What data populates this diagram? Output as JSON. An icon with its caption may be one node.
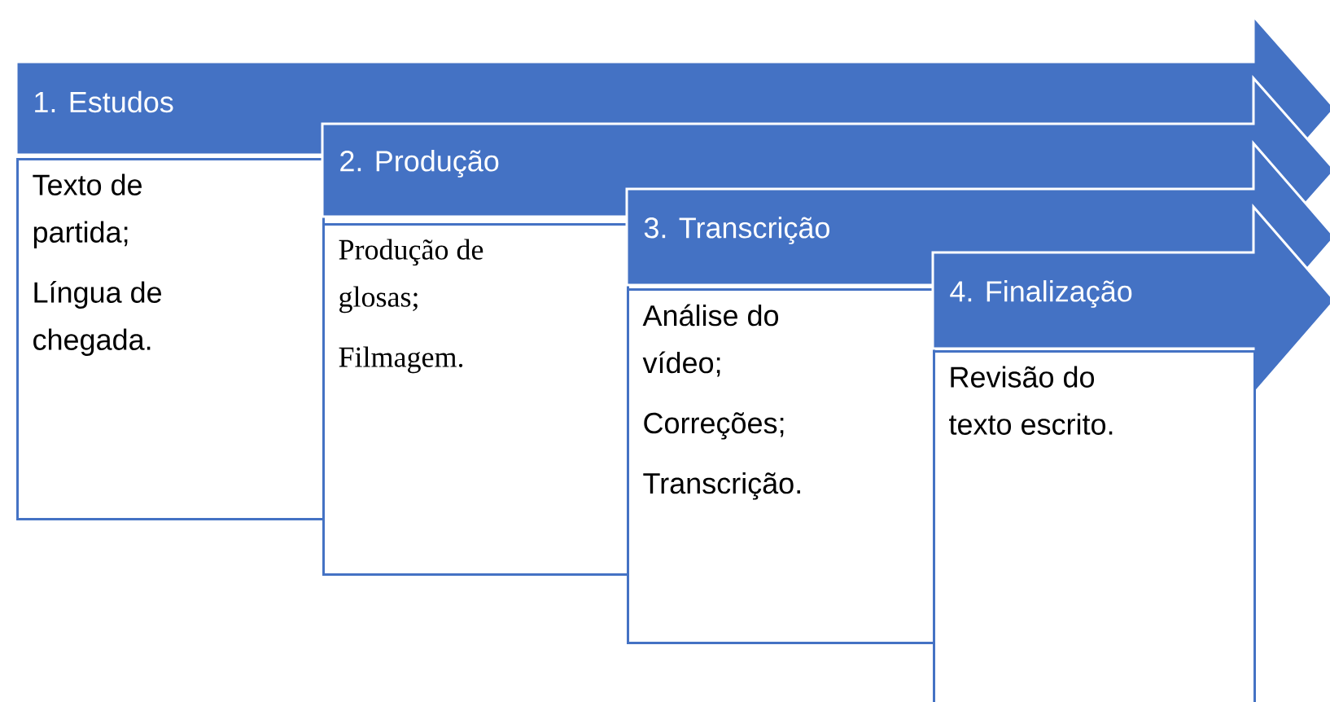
{
  "diagram": {
    "nodes": [
      {
        "text": [
          "1. Estudos"
        ]
      },
      {
        "text": [
          "Texto de partida;",
          "Língua de chegada."
        ]
      },
      {
        "text": [
          "2. Produção"
        ]
      },
      {
        "text": [
          "Produção de glosas;",
          "Filmagem."
        ]
      },
      {
        "text": [
          "3. Transcrição"
        ]
      },
      {
        "text": [
          "Análise do vídeo;",
          "Correções;",
          "Transcrição."
        ]
      },
      {
        "text": [
          "4. Finalização"
        ]
      },
      {
        "text": [
          "Revisão do texto escrito."
        ]
      }
    ]
  }
}
